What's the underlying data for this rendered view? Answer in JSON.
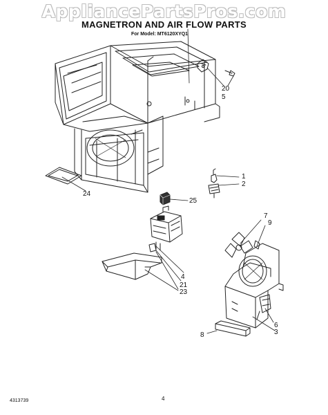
{
  "header": {
    "watermark": "AppliancePartsPros.com",
    "title": "MAGNETRON AND AIR FLOW PARTS",
    "subtitle": "For Model: MT6120XYQ1"
  },
  "callouts": {
    "c1": "1",
    "c2": "2",
    "c3": "3",
    "c4": "4",
    "c5": "5",
    "c6": "6",
    "c7": "7",
    "c8": "8",
    "c9": "9",
    "c20": "20",
    "c21": "21",
    "c23": "23",
    "c24": "24",
    "c25": "25"
  },
  "footer": {
    "doc_number": "4313739",
    "page_number": "4"
  }
}
